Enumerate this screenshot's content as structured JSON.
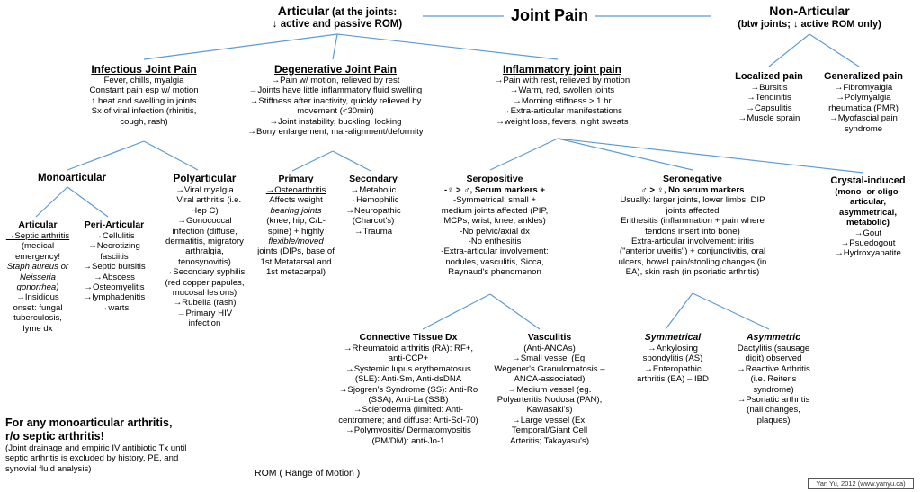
{
  "title": "Joint Pain",
  "articular": {
    "heading": "Articular",
    "heading_note": "(at the joints:",
    "sub": "↓ active and passive ROM)"
  },
  "non_articular": {
    "heading": "Non-Articular",
    "sub": "(btw joints; ↓ active ROM only)"
  },
  "localized": {
    "heading": "Localized pain",
    "items": [
      "→Bursitis",
      "→Tendinitis",
      "→Capsulitis",
      "→Muscle sprain"
    ]
  },
  "generalized": {
    "heading": "Generalized pain",
    "items": [
      "→Fibromyalgia",
      "→Polymyalgia",
      "rheumatica (PMR)",
      "→Myofascial pain",
      "syndrome"
    ]
  },
  "infectious": {
    "heading": "Infectious Joint Pain",
    "lines": [
      "Fever, chills, myalgia",
      "Constant pain esp w/ motion",
      "↑ heat and swelling in joints",
      "Sx of viral infection (rhinitis,",
      "cough, rash)"
    ]
  },
  "degenerative": {
    "heading": "Degenerative Joint Pain",
    "lines": [
      "→Pain w/ motion, relieved by rest",
      "→Joints have little inflammatory fluid swelling",
      "→Stiffness after inactivity,  quickly relieved by",
      "movement (<30min)",
      "→Joint instability, buckling, locking",
      "→Bony enlargement, mal-alignment/deformity"
    ]
  },
  "inflammatory": {
    "heading": "Inflammatory joint pain",
    "lines": [
      "→Pain with rest, relieved by motion",
      "→Warm, red, swollen joints",
      "→Morning stiffness > 1 hr",
      "→Extra-articular manifestations",
      "→weight loss, fevers, night sweats"
    ]
  },
  "monoarticular": {
    "heading": "Monoarticular"
  },
  "polyarticular": {
    "heading": "Polyarticular",
    "lines": [
      "→Viral myalgia",
      "→Viral arthritis (i.e.",
      "Hep C)",
      "→Gonococcal",
      "infection (diffuse,",
      "dermatitis, migratory",
      "arthralgia,",
      "tenosynovitis)",
      "→Secondary syphilis",
      "(red copper papules,",
      "mucosal lesions)",
      "→Rubella (rash)",
      "→Primary HIV",
      "infection"
    ]
  },
  "articular_sub": {
    "heading": "Articular",
    "lines": [
      "→Septic arthritis",
      "(medical",
      "emergency!",
      "Staph aureus or",
      "Neisseria",
      "gonorrhea)",
      "→Insidious",
      "onset: fungal",
      "tuberculosis,",
      "lyme dx"
    ]
  },
  "peri_articular": {
    "heading": "Peri-Articular",
    "lines": [
      "→Cellulitis",
      "→Necrotizing",
      "fasciitis",
      "→Septic bursitis",
      "→Abscess",
      "→Osteomyelitis",
      "→lymphadenitis",
      "→warts"
    ]
  },
  "primary": {
    "heading": "Primary",
    "lines": [
      "→Osteoarthritis",
      "Affects weight",
      "bearing joints",
      "(knee, hip, C/L-",
      "spine)  + highly",
      "flexible/moved",
      "joints (DIPs, base of",
      "1st Metatarsal and",
      "1st metacarpal)"
    ]
  },
  "secondary": {
    "heading": "Secondary",
    "lines": [
      "→Metabolic",
      "→Hemophilic",
      "→Neuropathic",
      "(Charcot's)",
      "→Trauma"
    ]
  },
  "seropositive": {
    "heading": "Seropositive",
    "lines": [
      "-♀ > ♂, Serum markers +",
      "-Symmetrical; small +",
      "medium joints affected (PIP,",
      "MCPs, wrist, knee, ankles)",
      "-No pelvic/axial dx",
      "-No enthesitis",
      "-Extra-articular involvement:",
      "nodules, vasculitis, Sicca,",
      "Raynaud's phenomenon"
    ]
  },
  "seronegative": {
    "heading": "Seronegative",
    "lines": [
      "♂ > ♀, No serum markers",
      "Usually: larger joints, lower limbs, DIP",
      "joints affected",
      "Enthesitis (inflammation + pain where",
      "tendons insert into bone)",
      "Extra-articular involvement: iritis",
      "(\"anterior uveitis\") + conjunctivitis, oral",
      "ulcers, bowel pain/stooling changes (in",
      "EA), skin rash (in psoriatic arthritis)"
    ]
  },
  "crystal": {
    "heading_lines": [
      "Crystal-induced",
      "(mono- or oligo-",
      "articular,",
      "asymmetrical,",
      "metabolic)"
    ],
    "items": [
      "→Gout",
      "→Psuedogout",
      "→Hydroxyapatite"
    ]
  },
  "connective": {
    "heading": "Connective Tissue Dx",
    "lines": [
      "→Rheumatoid arthritis (RA): RF+,",
      "anti-CCP+",
      "→Systemic lupus erythematosus",
      "(SLE): Anti-Sm, Anti-dsDNA",
      "→Sjogren's Syndrome (SS): Anti-Ro",
      "(SSA), Anti-La (SSB)",
      "→Scleroderma (limited: Anti-",
      "centromere; and diffuse: Anti-Scl-70)",
      "→Polymyositis/ Dermatomyositis",
      "(PM/DM): anti-Jo-1"
    ]
  },
  "vasculitis": {
    "heading": "Vasculitis",
    "lines": [
      "(Anti-ANCAs)",
      "→Small vessel (Eg.",
      "Wegener's Granulomatosis –",
      "ANCA-associated)",
      "→Medium vessel (eg.",
      "Polyarteritis Nodosa (PAN),",
      "Kawasaki's)",
      "→Large vessel (Ex.",
      "Temporal/Giant Cell",
      "Arteritis; Takayasu's)"
    ]
  },
  "symmetrical": {
    "heading": "Symmetrical",
    "lines": [
      "→Ankylosing",
      "spondylitis (AS)",
      "→Enteropathic",
      "arthritis (EA) – IBD"
    ]
  },
  "asymmetric": {
    "heading": "Asymmetric",
    "lines": [
      "Dactylitis (sausage",
      "digit) observed",
      "→Reactive Arthritis",
      "(i.e. Reiter's",
      "syndrome)",
      "→Psoriatic arthritis",
      "(nail changes,",
      "plaques)"
    ]
  },
  "monoarticular_note": {
    "heading": "For any monoarticular arthritis,",
    "heading2": "r/o septic arthritis!",
    "lines": [
      "(Joint drainage and empiric IV antibiotic Tx until",
      "septic arthritis is excluded by history, PE, and",
      "synovial fluid analysis)"
    ]
  },
  "rom_note": "ROM ( Range of Motion )",
  "credit": "Yan Yu, 2012 (www.yanyu.ca)",
  "colors": {
    "connector": "#5b9bd5"
  }
}
